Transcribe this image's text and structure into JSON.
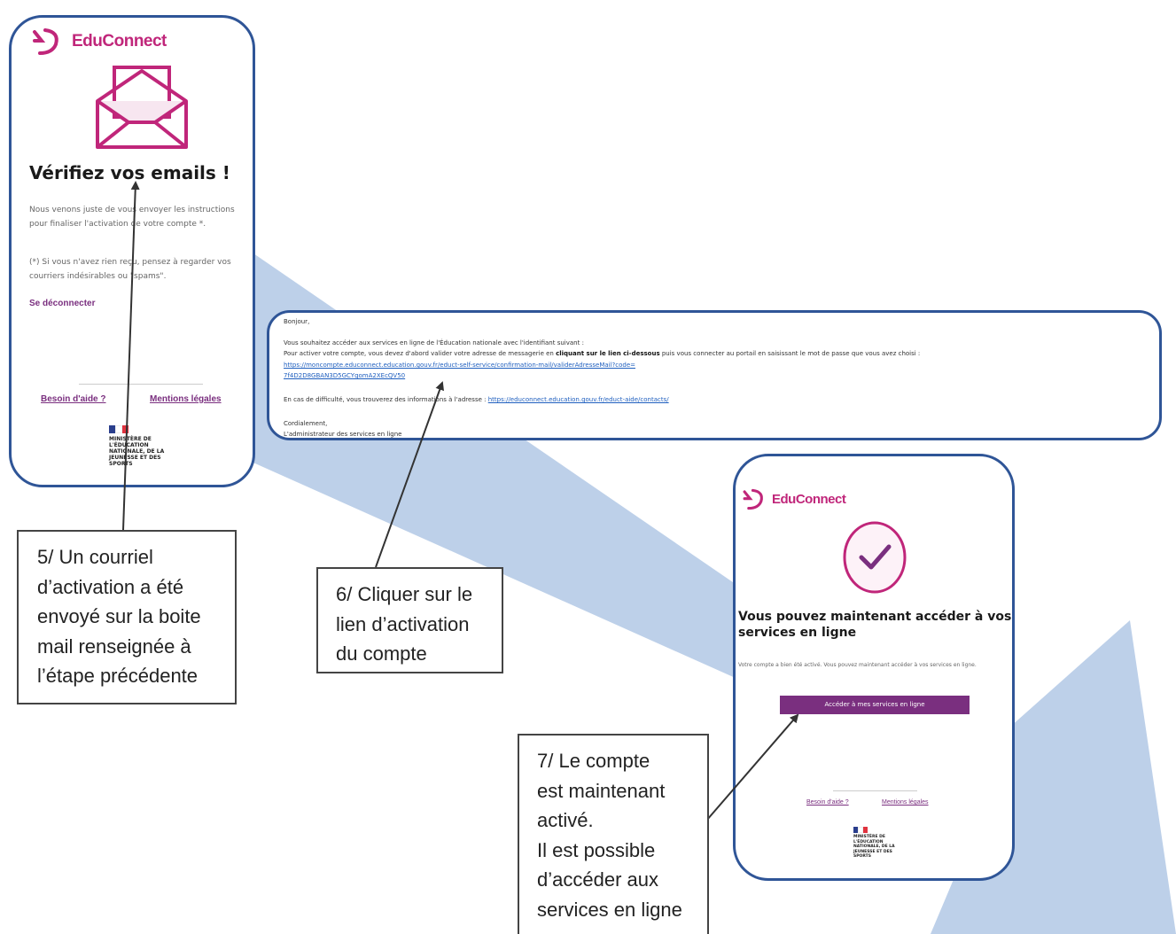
{
  "brand": {
    "name": "EduConnect",
    "color": "#c0267a"
  },
  "panel1": {
    "heading": "Vérifiez vos emails !",
    "body": "Nous venons juste de vous envoyer les instructions pour finaliser l'activation de votre compte *.",
    "note": "(*) Si vous n'avez rien reçu, pensez à regarder vos courriers indésirables ou \"spams\".",
    "logout": "Se déconnecter",
    "help": "Besoin d'aide ?",
    "legal": "Mentions légales",
    "ministry": "MINISTÈRE DE L'ÉDUCATION NATIONALE, DE LA JEUNESSE ET DES SPORTS",
    "icon": "envelope-icon"
  },
  "email": {
    "greeting": "Bonjour,",
    "line1": "Vous souhaitez accéder aux services en ligne de l'Éducation nationale avec l'identifiant suivant :",
    "line2_before": "Pour activer votre compte, vous devez d'abord valider votre adresse de messagerie en",
    "line2_bold": "cliquant sur le lien ci-dessous",
    "line2_after": "puis vous connecter au portail en saisissant le mot de passe que vous avez choisi :",
    "activation_link": "https://moncompte.educonnect.education.gouv.fr/educt-self-service/confirmation-mail/validerAdresseMail?code=",
    "activation_link_cont": "7f4D2D8GBAN3D5GCYgomA2XEcQV50",
    "difficulty_before": "En cas de difficulté, vous trouverez des informations à l'adresse :",
    "difficulty_link": "https://educonnect.education.gouv.fr/educt-aide/contacts/",
    "closing": "Cordialement,",
    "signature": "L'administrateur des services en ligne"
  },
  "panel3": {
    "heading": "Vous pouvez maintenant accéder à vos services en ligne",
    "body": "Votre compte a bien été activé. Vous pouvez maintenant accéder à vos services en ligne.",
    "button": "Accéder à mes services en ligne",
    "help": "Besoin d'aide ?",
    "legal": "Mentions légales",
    "ministry": "MINISTÈRE DE L'ÉDUCATION NATIONALE, DE LA JEUNESSE ET DES SPORTS",
    "icon": "check-circle-icon"
  },
  "callouts": {
    "step5": [
      "5/ Un courriel",
      "d’activation a été",
      "envoyé sur la boite",
      "mail renseignée à",
      "l’étape précédente"
    ],
    "step6": [
      "6/ Cliquer sur le",
      "lien d’activation",
      "du compte"
    ],
    "step7": [
      "7/ Le compte",
      "est maintenant",
      "activé.",
      "Il est possible",
      "d’accéder aux",
      "services en ligne"
    ]
  },
  "colors": {
    "frame": "#2f5597",
    "arrow": "#bdd0e9",
    "accent": "#c0267a",
    "button": "#7a2f7f",
    "link": "#1f5fbf"
  }
}
